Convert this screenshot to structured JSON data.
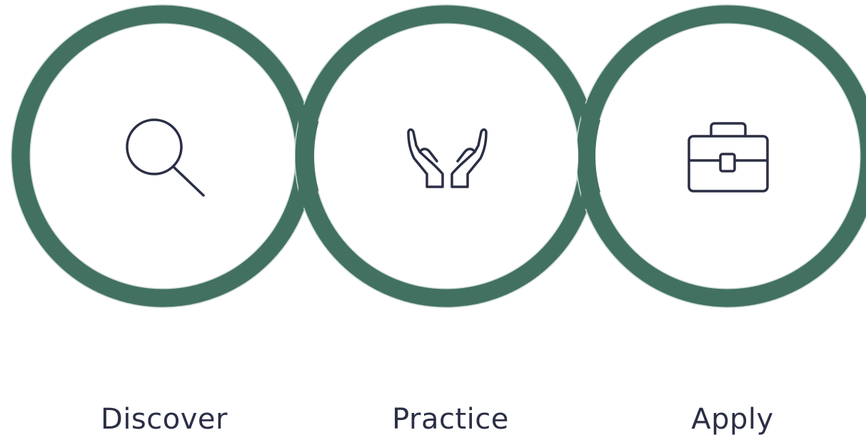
{
  "steps": [
    {
      "label": "Discover",
      "icon": "magnifying-glass-icon"
    },
    {
      "label": "Practice",
      "icon": "open-hands-icon"
    },
    {
      "label": "Apply",
      "icon": "briefcase-icon"
    }
  ],
  "colors": {
    "ring": "#427162",
    "ring_outline": "#cfdcd6",
    "icon_stroke": "#2b2f45",
    "label_text": "#2b2f45",
    "background": "#ffffff"
  }
}
